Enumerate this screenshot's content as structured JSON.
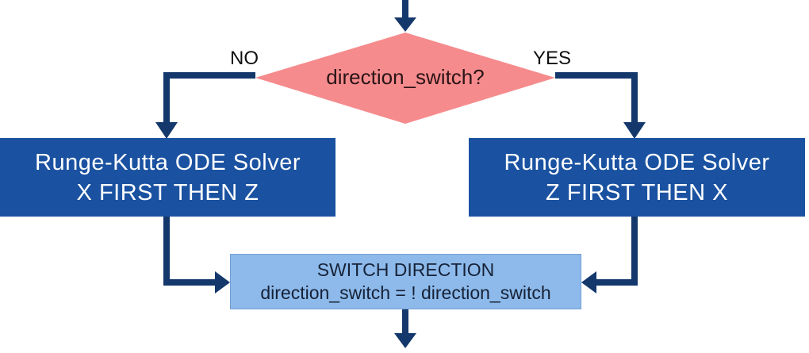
{
  "colors": {
    "background": "#FFFFFF",
    "arrow": "#14386C",
    "decision_fill": "#F68B8D",
    "decision_text": "#2A1416",
    "process_fill": "#1A52A1",
    "process_text": "#FFFFFF",
    "switch_fill": "#8DBAEA",
    "switch_text": "#162137",
    "label_text": "#111111"
  },
  "diagram": {
    "decision": {
      "label": "direction_switch?"
    },
    "branch_no": {
      "label": "NO"
    },
    "branch_yes": {
      "label": "YES"
    },
    "process_left": {
      "line1": "Runge-Kutta ODE Solver",
      "line2": "X FIRST THEN Z"
    },
    "process_right": {
      "line1": "Runge-Kutta ODE Solver",
      "line2": "Z FIRST THEN X"
    },
    "switch_box": {
      "line1": "SWITCH DIRECTION",
      "line2": "direction_switch = ! direction_switch"
    }
  }
}
